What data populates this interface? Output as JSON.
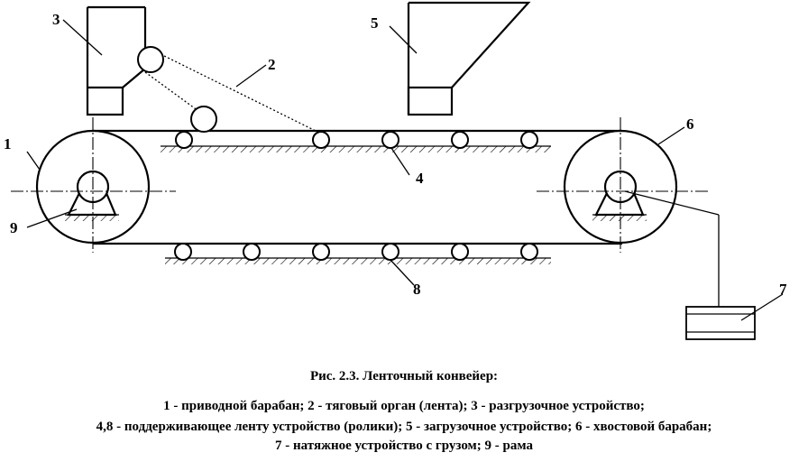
{
  "diagram": {
    "labels": {
      "n1": "1",
      "n2": "2",
      "n3": "3",
      "n4": "4",
      "n5": "5",
      "n6": "6",
      "n7": "7",
      "n8": "8",
      "n9": "9"
    }
  },
  "caption": {
    "title": "Рис. 2.3. Ленточный конвейер:",
    "line1": "1 - приводной барабан; 2 - тяговый орган (лента); 3 - разгрузочное устройство;",
    "line2": "4,8 - поддерживающее ленту устройство (ролики); 5 - загрузочное устройство; 6 - хвостовой барабан;",
    "line3": "7 - натяжное устройство с грузом; 9 - рама"
  }
}
